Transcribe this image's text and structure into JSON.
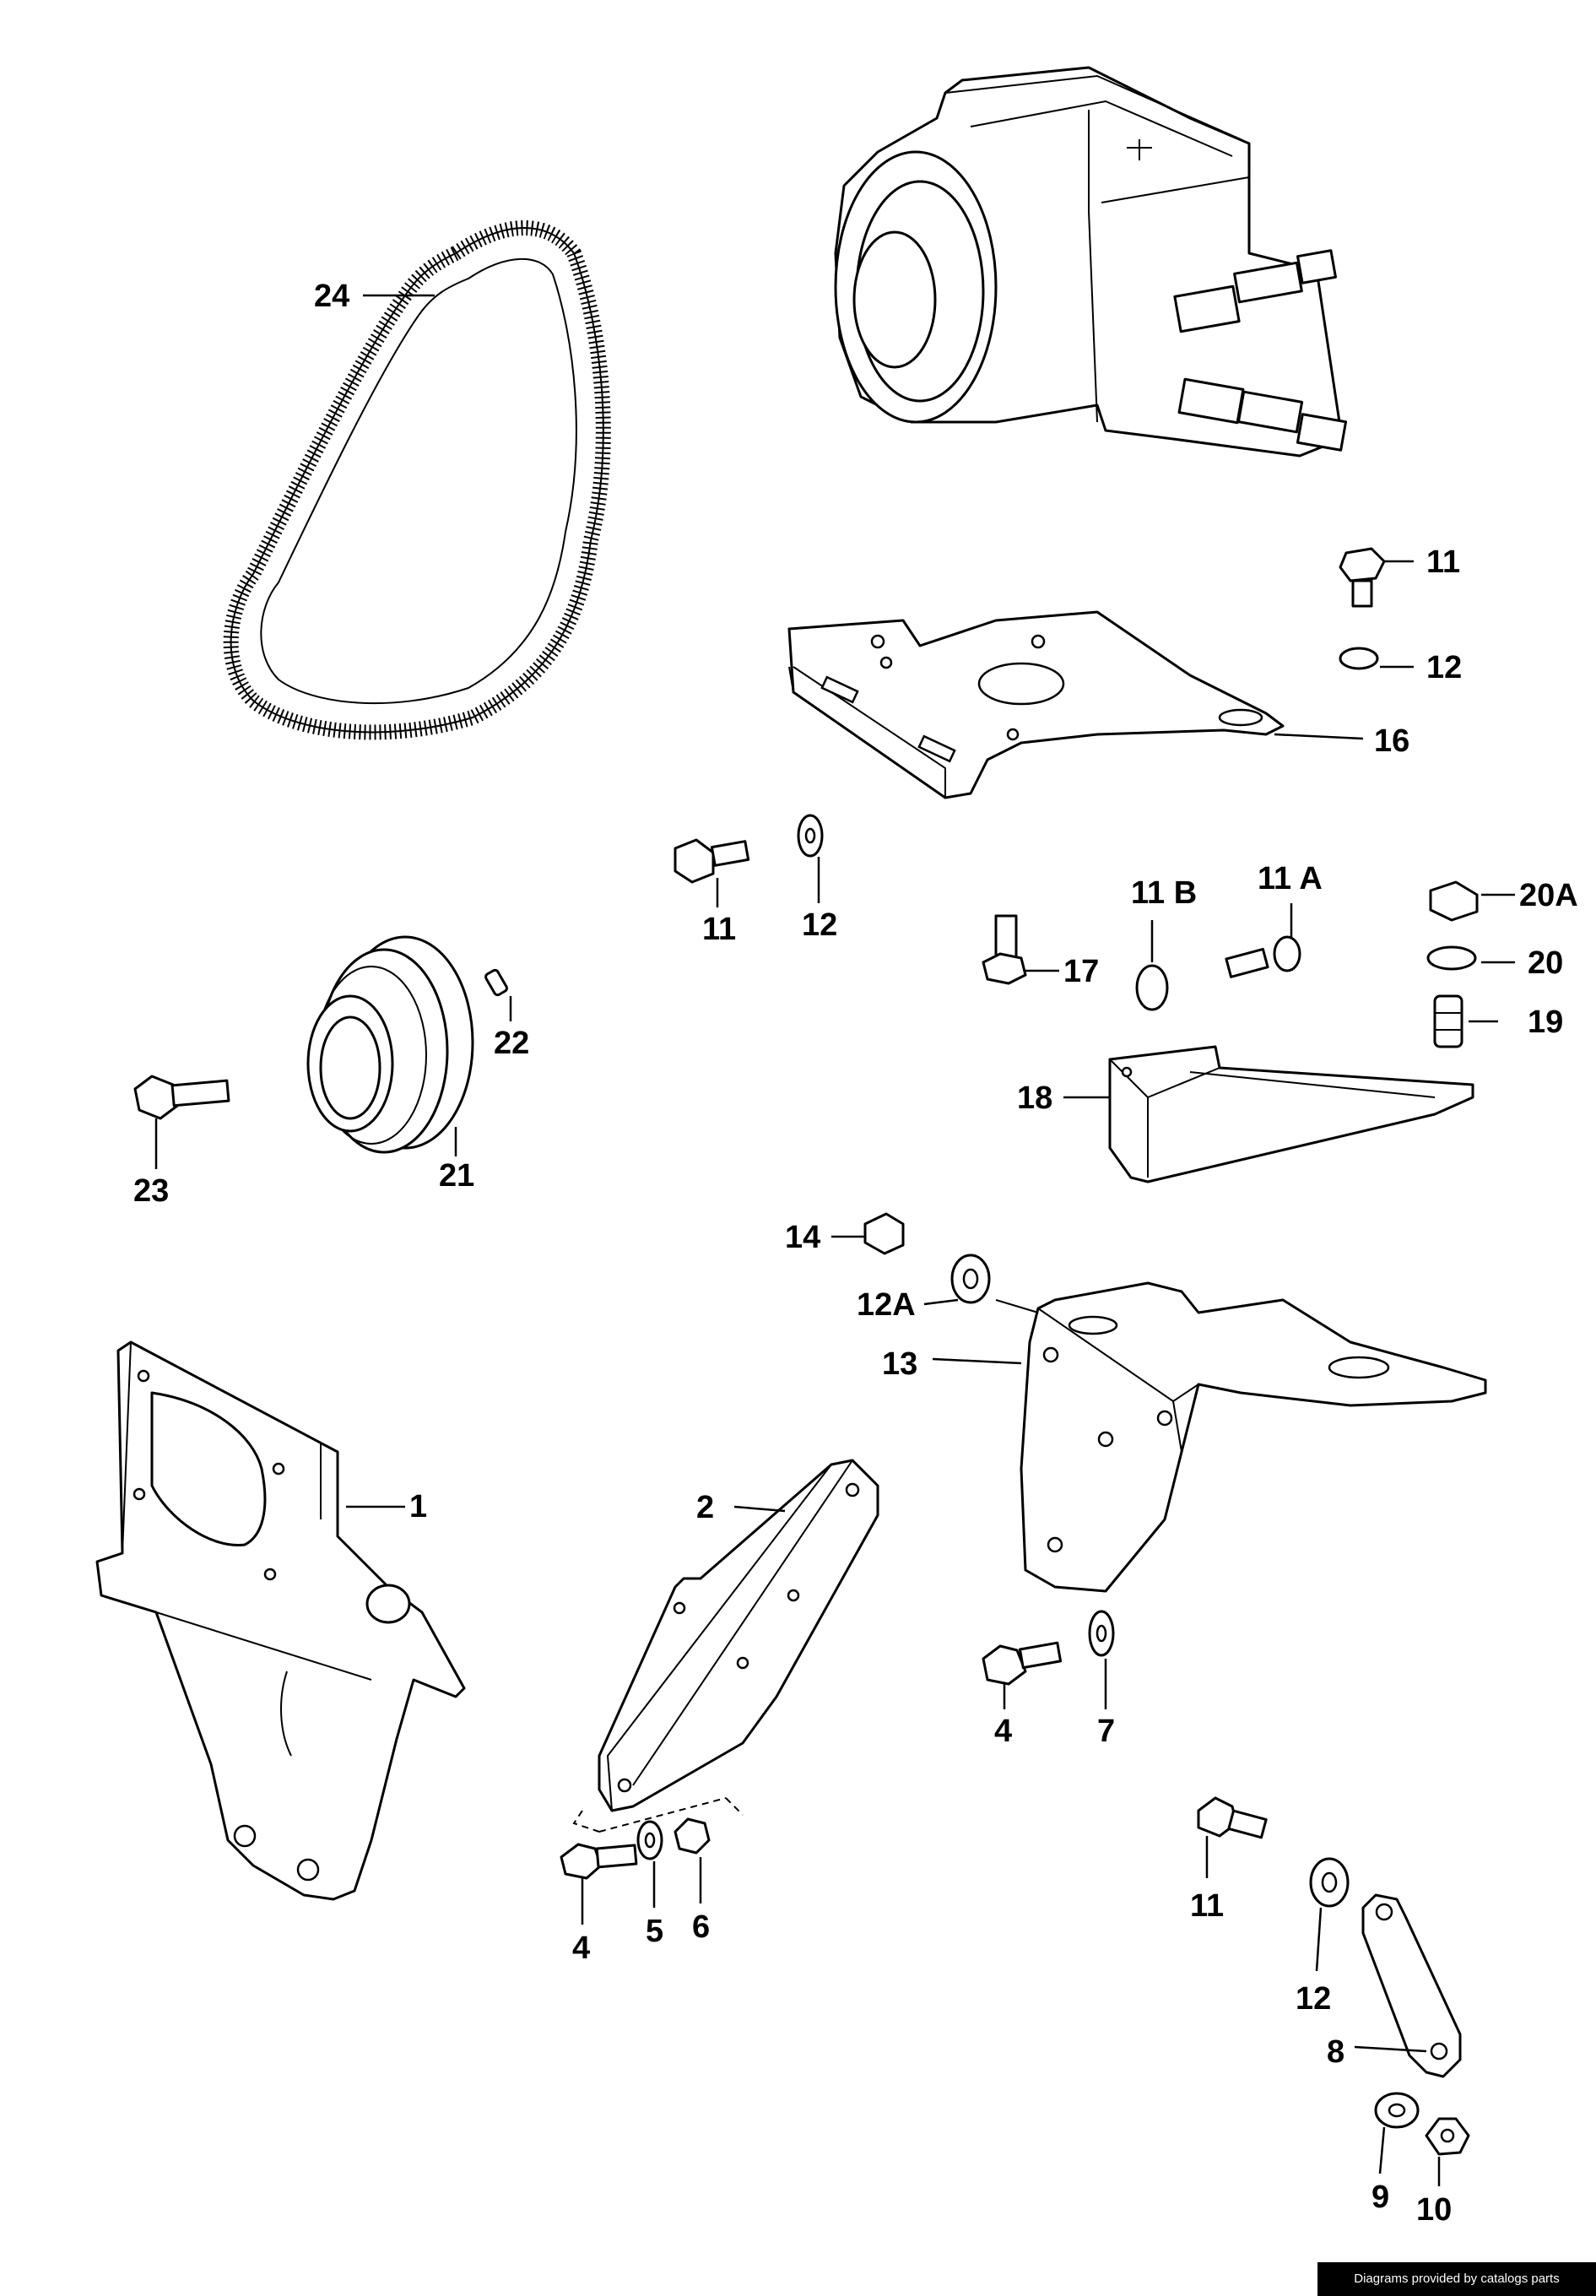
{
  "labels": {
    "p24": "24",
    "p11_top": "11",
    "p12_top": "12",
    "p16": "16",
    "p11_mid": "11",
    "p12_mid": "12",
    "p11B": "11 B",
    "p11A": "11 A",
    "p17": "17",
    "p20A": "20A",
    "p20": "20",
    "p19": "19",
    "p18": "18",
    "p22": "22",
    "p23": "23",
    "p21": "21",
    "p14": "14",
    "p12A": "12A",
    "p13": "13",
    "p1": "1",
    "p2": "2",
    "p4_right": "4",
    "p7": "7",
    "p4_left": "4",
    "p5": "5",
    "p6": "6",
    "p11_low": "11",
    "p12_low": "12",
    "p8": "8",
    "p9": "9",
    "p10": "10"
  },
  "footer": {
    "credit": "Diagrams provided by catalogs parts"
  }
}
